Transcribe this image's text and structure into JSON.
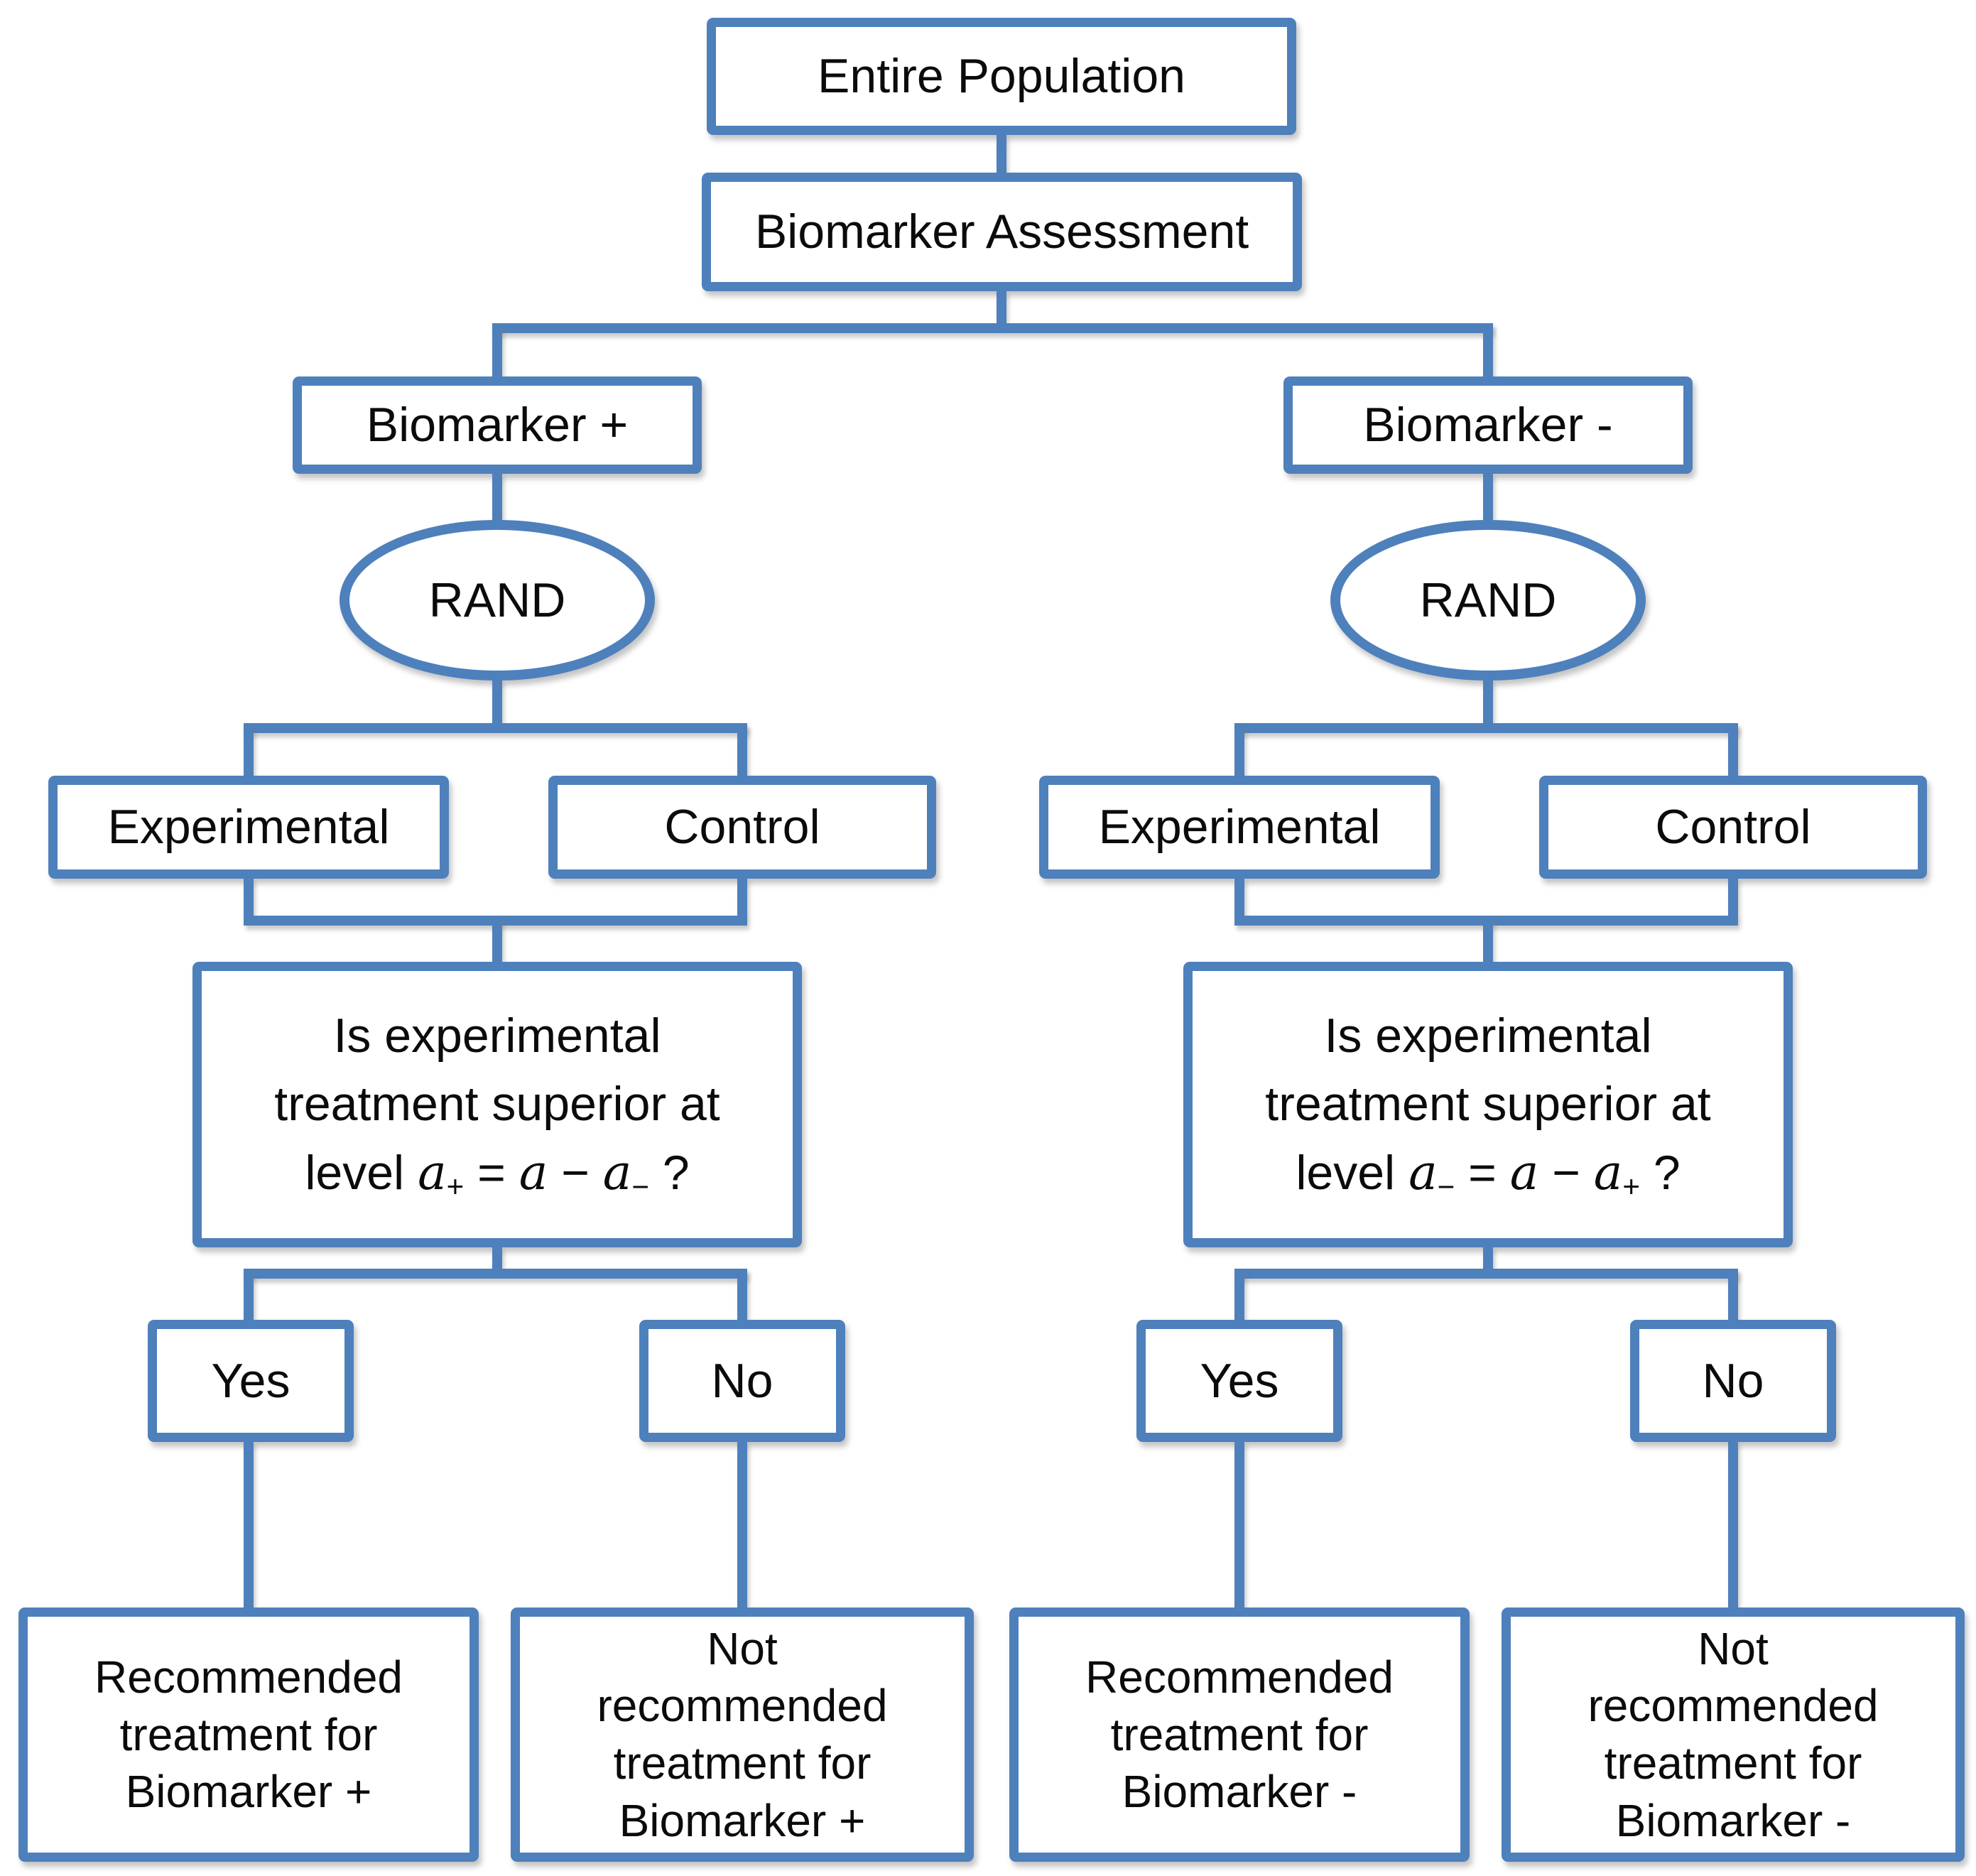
{
  "colors": {
    "line_blue": "#4e80bc",
    "text": "#0b0b0b",
    "background": "#ffffff"
  },
  "flowchart": {
    "root_label": "Entire Population",
    "assessment_label": "Biomarker Assessment",
    "branches": [
      {
        "group_label": "Biomarker +",
        "rand_label": "RAND",
        "experimental_label": "Experimental",
        "control_label": "Control",
        "question_text": "Is experimental\ntreatment superior at",
        "equation": {
          "prefix": "level ",
          "var1": "a",
          "sub1": "+",
          "equals": " = ",
          "var2": "a",
          "minus": " − ",
          "var3": "a",
          "sub2": "−",
          "suffix": " ?"
        },
        "yes_label": "Yes",
        "no_label": "No",
        "yes_outcome": "Recommended\ntreatment for\nBiomarker +",
        "no_outcome": "Not\nrecommended\ntreatment for\nBiomarker +"
      },
      {
        "group_label": "Biomarker -",
        "rand_label": "RAND",
        "experimental_label": "Experimental",
        "control_label": "Control",
        "question_text": "Is experimental\ntreatment superior at",
        "equation": {
          "prefix": "level ",
          "var1": "a",
          "sub1": "−",
          "equals": " = ",
          "var2": "a",
          "minus": " − ",
          "var3": "a",
          "sub2": "+",
          "suffix": " ?"
        },
        "yes_label": "Yes",
        "no_label": "No",
        "yes_outcome": "Recommended\ntreatment for\nBiomarker -",
        "no_outcome": "Not\nrecommended\ntreatment for\nBiomarker -"
      }
    ]
  }
}
